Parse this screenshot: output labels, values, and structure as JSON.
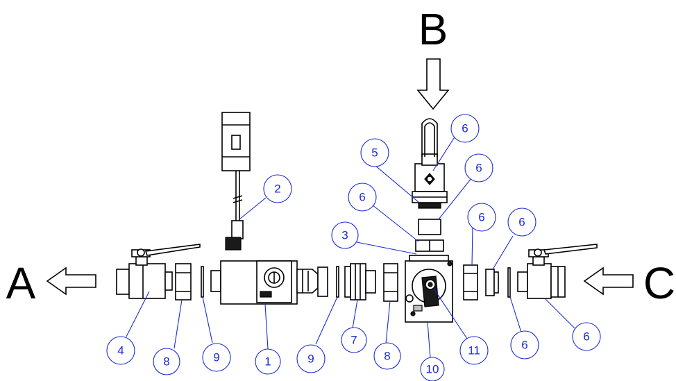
{
  "ports": {
    "a": "A",
    "b": "B",
    "c": "C"
  },
  "balloons": [
    "1",
    "2",
    "3",
    "4",
    "5",
    "6",
    "6",
    "6",
    "6",
    "6",
    "6",
    "6",
    "7",
    "8",
    "8",
    "9",
    "9",
    "10",
    "11"
  ],
  "colors": {
    "line": "#000000",
    "callout": "#1a2bd6",
    "background": "#ffffff"
  }
}
